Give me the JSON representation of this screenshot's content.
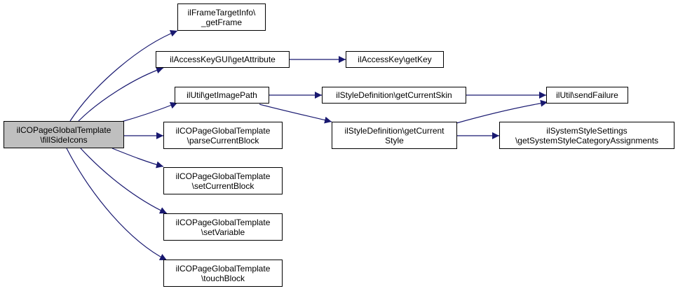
{
  "graph": {
    "edge_color": "#191970",
    "root_fill": "#bfbfbf",
    "nodes": {
      "root": {
        "line1": "ilCOPageGlobalTemplate",
        "line2": "\\fillSideIcons"
      },
      "getFrame": {
        "line1": "ilFrameTargetInfo\\",
        "line2": "_getFrame"
      },
      "getAttribute": {
        "line1": "ilAccessKeyGUI\\getAttribute"
      },
      "getKey": {
        "line1": "ilAccessKey\\getKey"
      },
      "getImagePath": {
        "line1": "ilUtil\\getImagePath"
      },
      "getCurrentSkin": {
        "line1": "ilStyleDefinition\\getCurrentSkin"
      },
      "sendFailure": {
        "line1": "ilUtil\\sendFailure"
      },
      "parseCurrentBlock": {
        "line1": "ilCOPageGlobalTemplate",
        "line2": "\\parseCurrentBlock"
      },
      "getCurrentStyle": {
        "line1": "ilStyleDefinition\\getCurrent",
        "line2": "Style"
      },
      "getSystemStyle": {
        "line1": "ilSystemStyleSettings",
        "line2": "\\getSystemStyleCategoryAssignments"
      },
      "setCurrentBlock": {
        "line1": "ilCOPageGlobalTemplate",
        "line2": "\\setCurrentBlock"
      },
      "setVariable": {
        "line1": "ilCOPageGlobalTemplate",
        "line2": "\\setVariable"
      },
      "touchBlock": {
        "line1": "ilCOPageGlobalTemplate",
        "line2": "\\touchBlock"
      }
    }
  }
}
